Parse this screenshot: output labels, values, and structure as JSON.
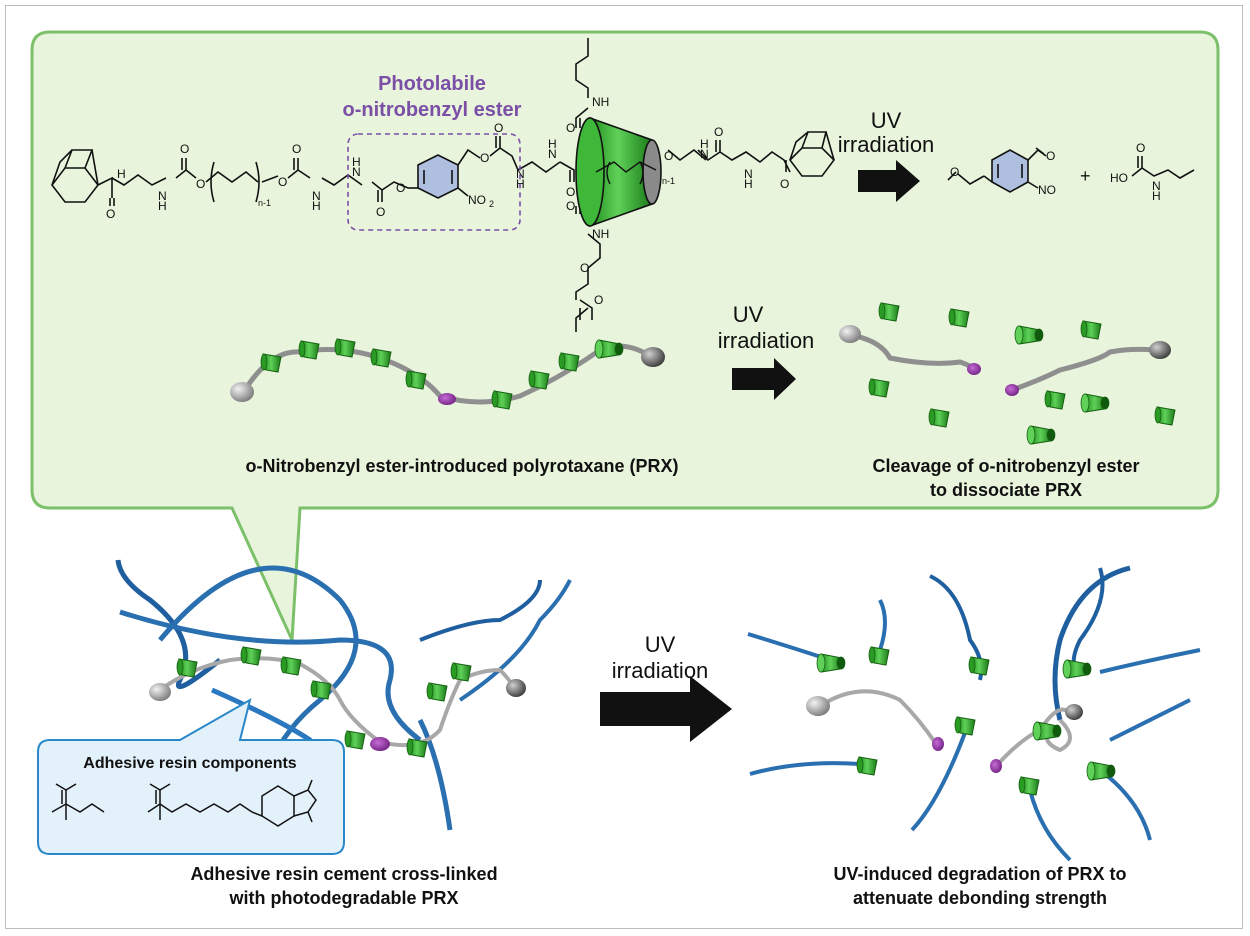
{
  "labels": {
    "photolabile_line1": "Photolabile",
    "photolabile_line2": "o-nitrobenzyl ester",
    "uv_top_line1": "UV",
    "uv_top_line2": "irradiation",
    "uv_mid_line1": "UV",
    "uv_mid_line2": "irradiation",
    "uv_bottom_line1": "UV",
    "uv_bottom_line2": "irradiation",
    "prx_caption": "o-Nitrobenzyl ester-introduced polyrotaxane (PRX)",
    "cleavage_line1": "Cleavage of o-nitrobenzyl ester",
    "cleavage_line2": "to dissociate PRX",
    "resin_box_title": "Adhesive resin components",
    "left_caption_line1": "Adhesive resin cement cross-linked",
    "left_caption_line2": "with photodegradable PRX",
    "right_caption_line1": "UV-induced degradation of PRX to",
    "right_caption_line2": "attenuate debonding strength"
  },
  "chem": {
    "nh": "NH",
    "h": "H",
    "n": "N",
    "o": "O",
    "no2": "NO",
    "no2_sub": "2",
    "nO": "NO",
    "n_minus_1": "n-1",
    "plus": "+",
    "ho": "HO"
  },
  "colors": {
    "panel_fill": "#e8f5dc",
    "panel_stroke": "#7cc06a",
    "cd_green": "#3fb83a",
    "cd_dark": "#1f7a1c",
    "axle_gray": "#9a9a9a",
    "stopper_gray": "#8c8c8c",
    "cleavage_purple": "#8a2d9c",
    "resin_blue": "#2a6fb0",
    "resin_box_fill": "#e3f1fb",
    "resin_box_stroke": "#2a88c8",
    "benzene_fill": "#aebfe0",
    "dashed_box": "#7b4fa6"
  }
}
